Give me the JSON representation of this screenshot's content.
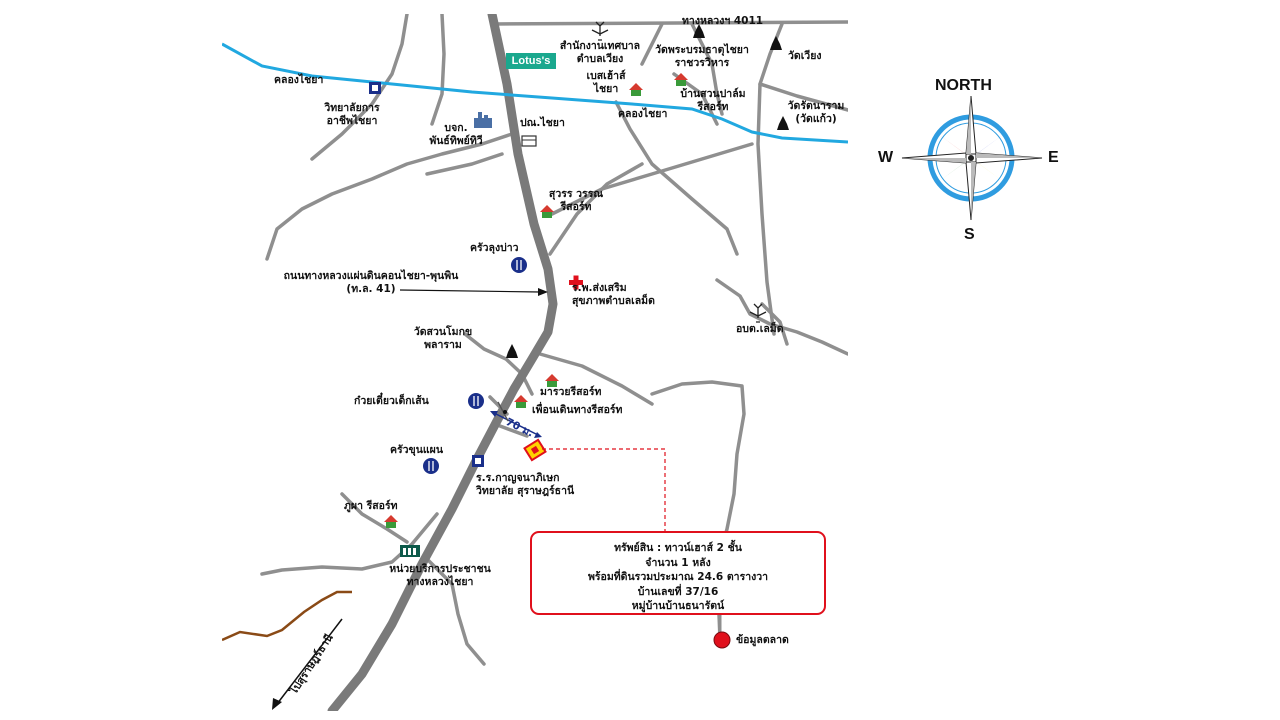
{
  "map": {
    "labels": {
      "highway_4011": "ทางหลวงฯ 4011",
      "tessaban": [
        "สำนักงานเทศบาล",
        "ตำบลเวียง"
      ],
      "wat_phra": [
        "วัดพระบรมธาตุไชยา",
        "ราชวรวิหาร"
      ],
      "wat_wiang": "วัดเวียง",
      "klong_chaiya_1": "คลองไชยา",
      "klong_chaiya_2": "คลองไชยา",
      "college": [
        "วิทยาลัยการ",
        "อาชีพไชยา"
      ],
      "bansai": [
        "เบสเฮ้าส์",
        "ไชยา"
      ],
      "bansuan": [
        "บ้านสวนปาล์ม",
        "รีสอร์ท"
      ],
      "wat_rattanaram": [
        "วัดรัตนาราม",
        "(วัดแก้ว)"
      ],
      "bochok": [
        "บจก.",
        "พันธ์ทิพย์ทิวี"
      ],
      "post": "ปณ.ไชยา",
      "suwan": [
        "สุวรร วรรณ",
        "รีสอร์ท"
      ],
      "krua_lung": "ครัวลุงบ่าว",
      "highway_41": [
        "ถนนทางหลวงแผ่นดินคอนไชยา-พุนพิน",
        "(ท.ล. 41)"
      ],
      "hospital": [
        "ร.พ.ส่งเสริม",
        "สุขภาพตำบลเลม็ด"
      ],
      "obt": "อบต.เลม็ด",
      "wat_suan": [
        "วัดสวนโมกข",
        "พลาราม"
      ],
      "marai": "มารวยรีสอร์ท",
      "pueon": "เพื่อนเดินทางรีสอร์ท",
      "kuay": "ก๋วยเตี๋ยวเด็กเส้น",
      "distance": "70 ม.",
      "krua_khun": "ครัวขุนแผน",
      "school": [
        "ร.ร.กาญจนาภิเษก",
        "วิทยาลัย สุราษฎร์ธานี"
      ],
      "phupha": "ภูผา รีสอร์ท",
      "service": [
        "หน่วยบริการประชาชน",
        "ทางหลวงไชยา"
      ],
      "to_surat": "ไปสุราษฎร์ธานี",
      "market": "ข้อมูลตลาด"
    },
    "logo_text": "Lotus's",
    "property_box": [
      "ทรัพย์สิน : ทาวน์เฮาส์ 2 ชั้น",
      "จำนวน 1 หลัง",
      "พร้อมที่ดินรวมประมาณ 24.6 ตารางวา",
      "บ้านเลขที่ 37/16",
      "หมู่บ้านบ้านธนารัตน์"
    ],
    "colors": {
      "road": "#8f8f8f",
      "main_road": "#7a7a7a",
      "canal": "#21a8e0",
      "river": "#8a4a16",
      "accent_red": "#e0101c",
      "property": "#ffd200",
      "icon_blue": "#1a2f8a"
    }
  },
  "compass": {
    "north": "NORTH",
    "south": "S",
    "east": "E",
    "west": "W",
    "ring_color": "#2f9ce0"
  }
}
